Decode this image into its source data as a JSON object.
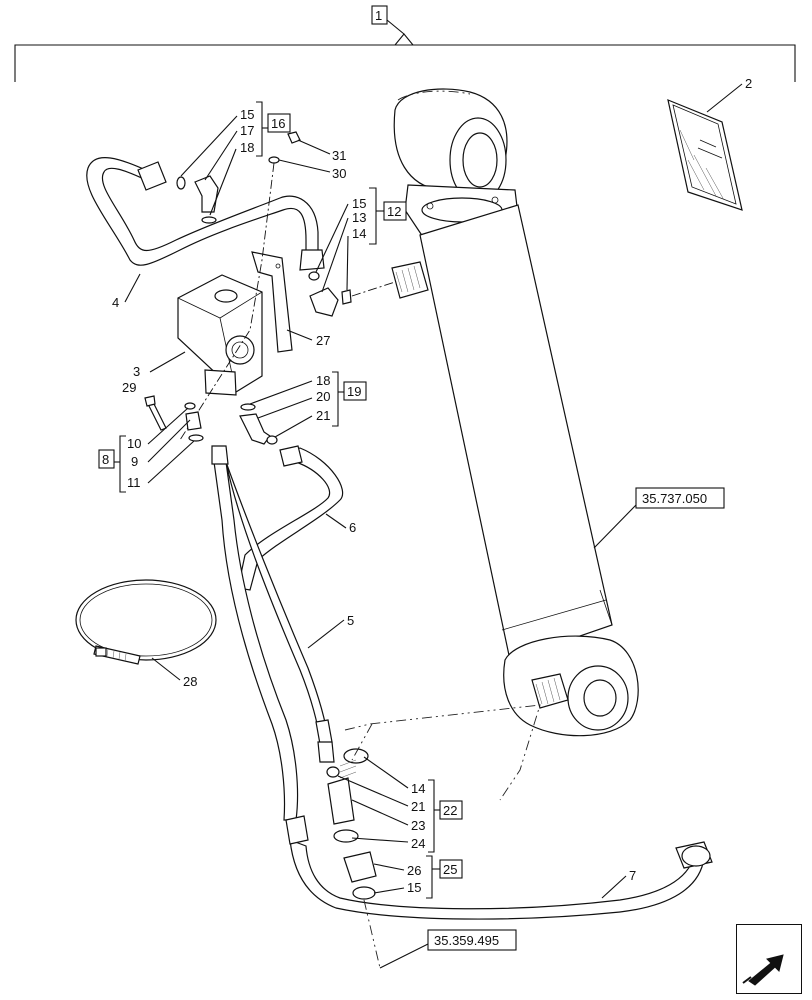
{
  "callouts": {
    "c1": "1",
    "c2": "2",
    "c3": "3",
    "c4": "4",
    "c5": "5",
    "c6": "6",
    "c7": "7",
    "c8": "8",
    "c9": "9",
    "c10": "10",
    "c11": "11",
    "c12": "12",
    "c13": "13",
    "c14a": "14",
    "c14b": "14",
    "c15a": "15",
    "c15b": "15",
    "c15c": "15",
    "c16": "16",
    "c17": "17",
    "c18a": "18",
    "c18b": "18",
    "c19": "19",
    "c20": "20",
    "c21a": "21",
    "c21b": "21",
    "c22": "22",
    "c23": "23",
    "c24": "24",
    "c25": "25",
    "c26": "26",
    "c27": "27",
    "c28": "28",
    "c29": "29",
    "c30": "30",
    "c31": "31"
  },
  "references": {
    "ref_cylinder": "35.737.050",
    "ref_hose": "35.359.495"
  },
  "nav_icon": "next-page-arrow-icon"
}
